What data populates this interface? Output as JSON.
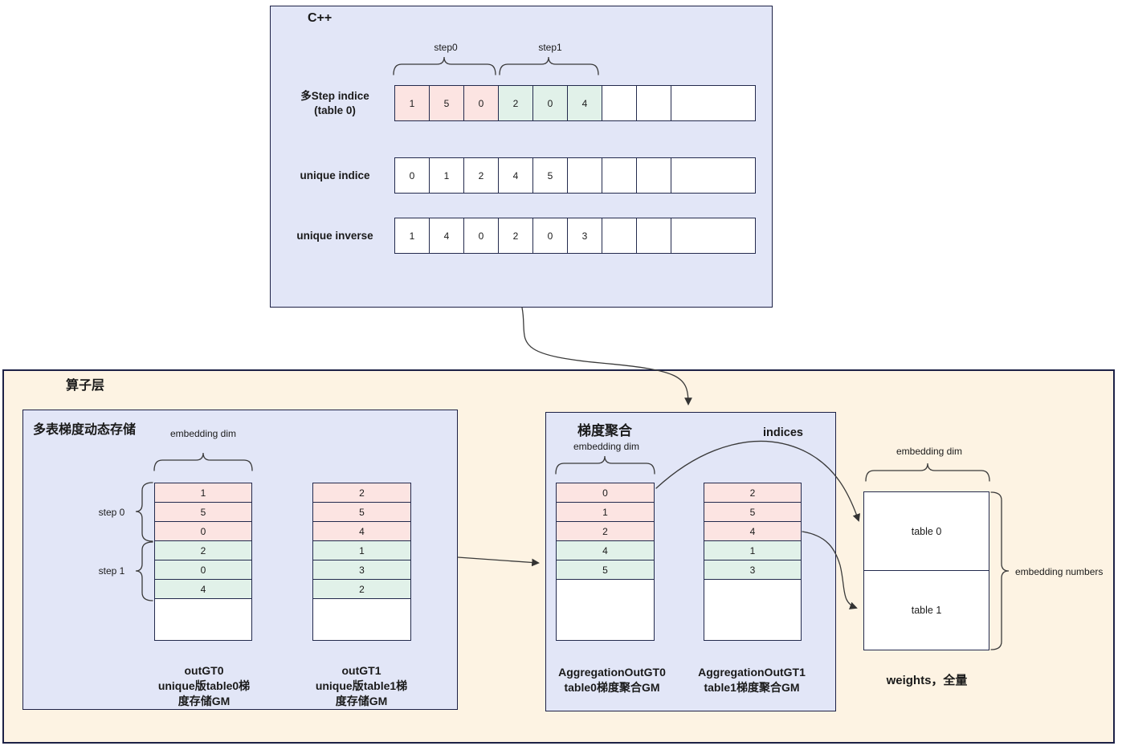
{
  "colors": {
    "panel_blue": "#e2e6f7",
    "panel_cream": "#fdf3e3",
    "cell_pink": "#fce4e2",
    "cell_green": "#e1f1e9",
    "border_dark": "#1d2146",
    "line_gray": "#3a3a3a"
  },
  "cpp_panel": {
    "title": "C++",
    "step0_label": "step0",
    "step1_label": "step1",
    "rows": [
      {
        "label": "多Step indice\n(table 0)",
        "cells": [
          "1",
          "5",
          "0",
          "2",
          "0",
          "4",
          "",
          "",
          ""
        ]
      },
      {
        "label": "unique indice",
        "cells": [
          "0",
          "1",
          "2",
          "4",
          "5",
          "",
          "",
          "",
          ""
        ]
      },
      {
        "label": "unique inverse",
        "cells": [
          "1",
          "4",
          "0",
          "2",
          "0",
          "3",
          "",
          "",
          ""
        ]
      }
    ]
  },
  "operator_panel": {
    "title": "算子层",
    "storage_panel": {
      "title": "多表梯度动态存储",
      "embedding_dim_label": "embedding dim",
      "step0_label": "step 0",
      "step1_label": "step 1",
      "stack0": {
        "cells": [
          "1",
          "5",
          "0",
          "2",
          "0",
          "4"
        ],
        "caption": "outGT0\nunique版table0梯\n度存储GM"
      },
      "stack1": {
        "cells": [
          "2",
          "5",
          "4",
          "1",
          "3",
          "2"
        ],
        "caption": "outGT1\nunique版table1梯\n度存储GM"
      }
    },
    "aggregation_panel": {
      "title": "梯度聚合",
      "embedding_dim_label": "embedding dim",
      "indices_label": "indices",
      "stack0": {
        "cells": [
          "0",
          "1",
          "2",
          "4",
          "5"
        ],
        "caption": "AggregationOutGT0\ntable0梯度聚合GM"
      },
      "stack1": {
        "cells": [
          "2",
          "5",
          "4",
          "1",
          "3"
        ],
        "caption": "AggregationOutGT1\ntable1梯度聚合GM"
      }
    },
    "weights": {
      "embedding_dim_label": "embedding dim",
      "table0_label": "table 0",
      "table1_label": "table 1",
      "embedding_numbers_label": "embedding numbers",
      "caption": "weights，全量"
    }
  }
}
